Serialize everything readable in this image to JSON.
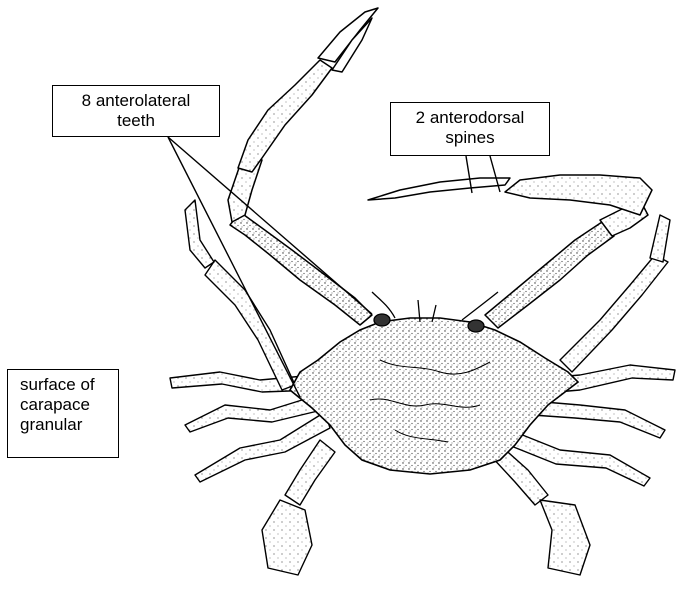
{
  "labels": {
    "teeth": {
      "line1": "8 anterolateral",
      "line2": "teeth"
    },
    "spines": {
      "line1": "2 anterodorsal",
      "line2": "spines"
    },
    "surface": {
      "line1": "surface of",
      "line2": "carapace",
      "line3": "granular"
    }
  },
  "colors": {
    "ink": "#000000",
    "background": "#ffffff",
    "stipple": "#555555"
  }
}
